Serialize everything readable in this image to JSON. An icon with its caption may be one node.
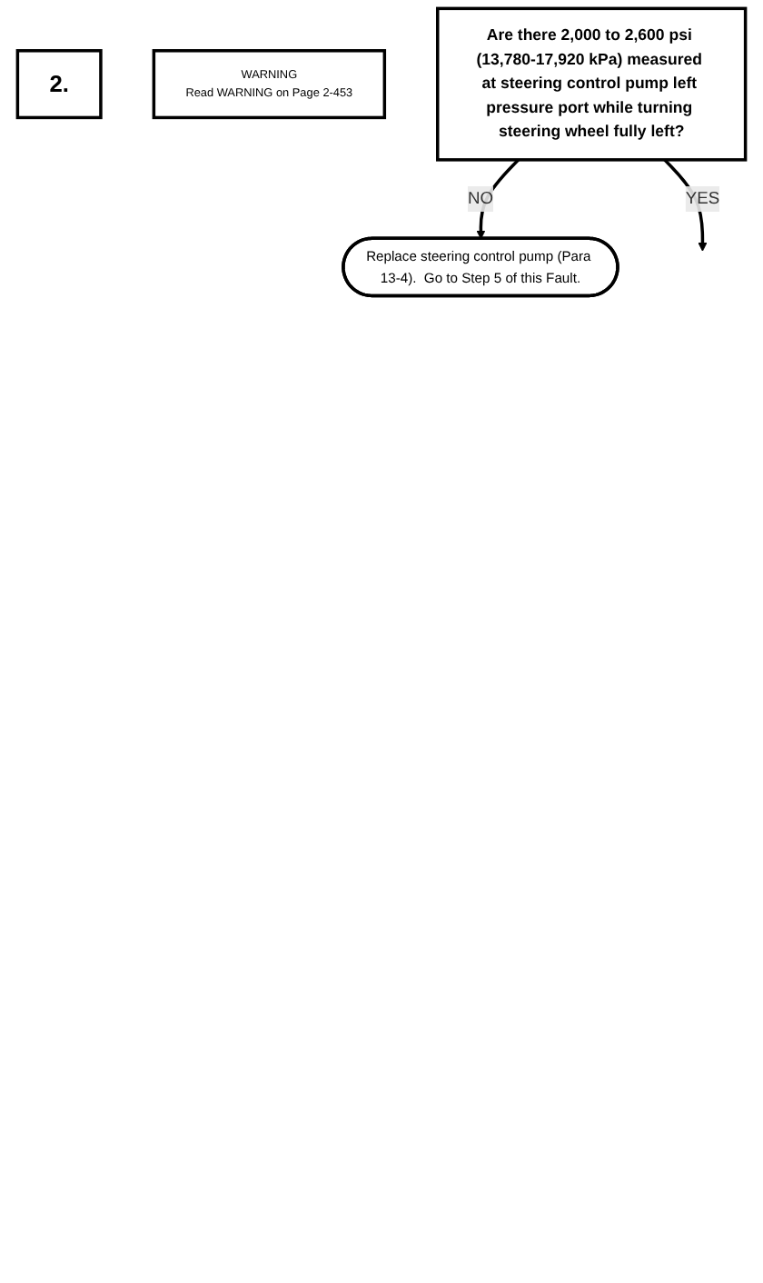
{
  "diagram": {
    "nodes": [
      {
        "text": [
          "2."
        ]
      },
      {
        "text": [
          "WARNING",
          "Read WARNING on Page 2-453"
        ]
      },
      {
        "text": [
          "Are there 2,000 to 2,600 psi (13,780-17,920 kPa) measured at steering control pump left pressure port while turning steering wheel fully left?"
        ]
      },
      {
        "text": [
          "Replace steering control pump (Para 13-4).  Go to Step 5 of this Fault."
        ]
      }
    ],
    "edges": [
      {
        "from": 2,
        "to": 3,
        "arrow": "to",
        "label": "NO"
      },
      {
        "from": 2,
        "to": null,
        "arrow": "to",
        "label": "YES"
      }
    ]
  }
}
